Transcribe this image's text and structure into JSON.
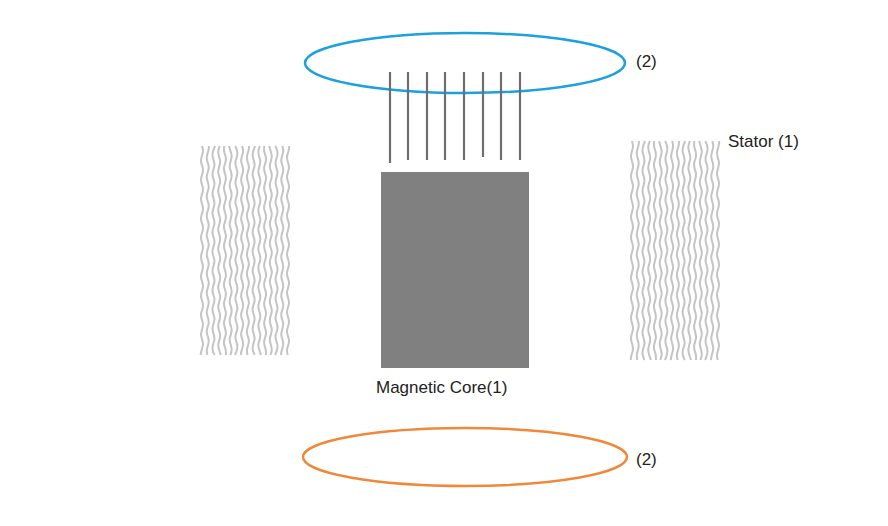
{
  "diagram": {
    "labels": [
      "(2)",
      "Stator (1)",
      "Magnetic Core(1)",
      "(2)"
    ]
  }
}
